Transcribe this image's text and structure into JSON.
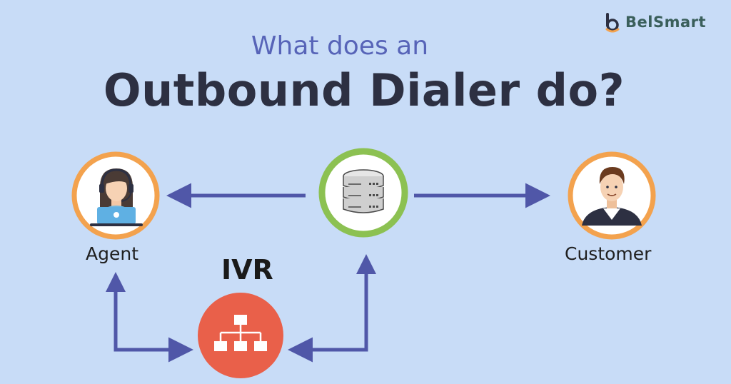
{
  "brand": {
    "name": "BelSmart",
    "color": "#3a5f5b"
  },
  "heading": {
    "subtitle": "What does an",
    "title": "Outbound Dialer do?"
  },
  "nodes": {
    "agent": {
      "label": "Agent",
      "icon": "agent-headset-icon",
      "ring_color": "#f3a24e"
    },
    "server": {
      "icon": "server-icon",
      "ring_color": "#8cc152"
    },
    "customer": {
      "label": "Customer",
      "icon": "customer-icon",
      "ring_color": "#f3a24e"
    },
    "ivr": {
      "label": "IVR",
      "icon": "ivr-hierarchy-icon",
      "fill_color": "#e9604a"
    }
  },
  "connections": [
    {
      "from": "server",
      "to": "agent"
    },
    {
      "from": "server",
      "to": "customer"
    },
    {
      "from": "ivr",
      "to": "agent"
    },
    {
      "from": "agent",
      "to": "ivr"
    },
    {
      "from": "ivr",
      "to": "server"
    },
    {
      "from": "server",
      "to": "ivr"
    }
  ],
  "colors": {
    "background": "#c8dcf7",
    "arrow": "#5057a8"
  }
}
